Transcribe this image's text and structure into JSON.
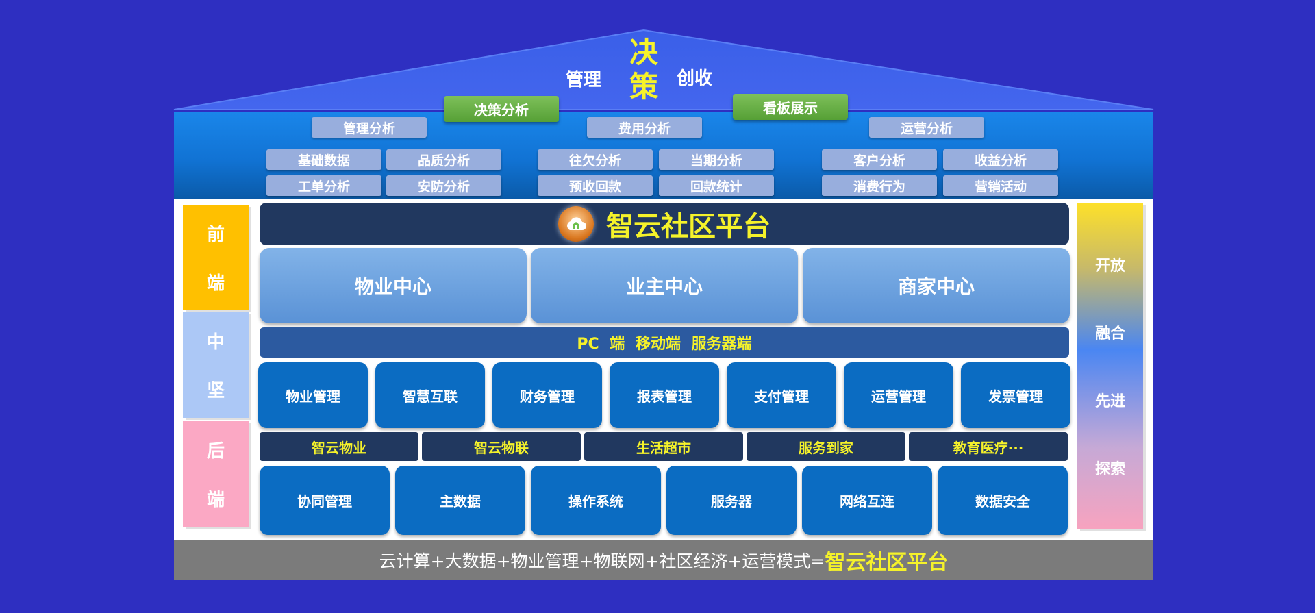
{
  "roof": {
    "left_word": "管理",
    "right_word": "创收",
    "center_top": "决",
    "center_bottom": "策"
  },
  "top_buttons": [
    "决策分析",
    "看板展示"
  ],
  "analysis": {
    "groups": [
      "管理分析",
      "费用分析",
      "运营分析"
    ],
    "items": [
      "基础数据",
      "品质分析",
      "往欠分析",
      "当期分析",
      "客户分析",
      "收益分析",
      "工单分析",
      "安防分析",
      "预收回款",
      "回款统计",
      "消费行为",
      "营销活动"
    ]
  },
  "left_side": [
    {
      "top": "前",
      "bottom": "端",
      "color": "#ffc000"
    },
    {
      "top": "中",
      "bottom": "坚",
      "color": "#acc8f6"
    },
    {
      "top": "后",
      "bottom": "端",
      "color": "#fba8c4"
    }
  ],
  "right_side": [
    "开放",
    "融合",
    "先进",
    "探索"
  ],
  "platform_title": "智云社区平台",
  "centers": [
    "物业中心",
    "业主中心",
    "商家中心"
  ],
  "channels": "PC 端  移动端  服务器端",
  "modules": [
    "物业管理",
    "智慧互联",
    "财务管理",
    "报表管理",
    "支付管理",
    "运营管理",
    "发票管理"
  ],
  "products": [
    "智云物业",
    "智云物联",
    "生活超市",
    "服务到家",
    "教育医疗···"
  ],
  "infrastructure": [
    "协同管理",
    "主数据",
    "操作系统",
    "服务器",
    "网络互连",
    "数据安全"
  ],
  "footer": {
    "formula": "云计算+大数据+物业管理+物联网+社区经济+运营模式=",
    "result": "智云社区平台"
  },
  "colors": {
    "background": "#2e2fc1",
    "accent_yellow": "#f5f22a",
    "module_blue": "#0b6cc2",
    "dark_navy": "#21385f"
  }
}
